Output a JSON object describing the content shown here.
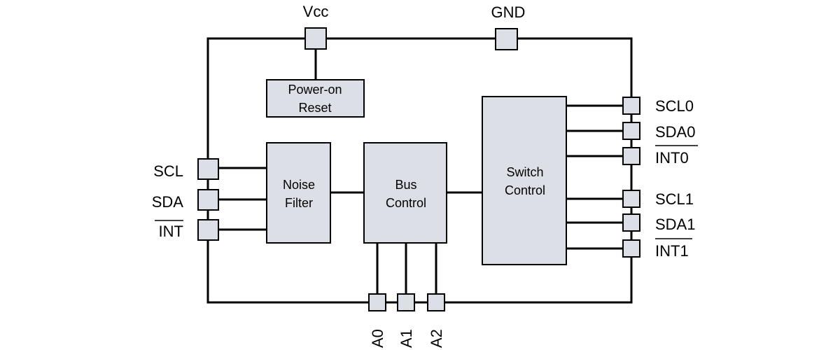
{
  "colors": {
    "block_fill": "#dcdfe6",
    "line": "#000000",
    "background": "#ffffff"
  },
  "pins": {
    "vcc": "Vcc",
    "gnd": "GND",
    "scl": "SCL",
    "sda": "SDA",
    "int": "INT",
    "scl0": "SCL0",
    "sda0": "SDA0",
    "int0": "INT0",
    "scl1": "SCL1",
    "sda1": "SDA1",
    "int1": "INT1",
    "a0": "A0",
    "a1": "A1",
    "a2": "A2"
  },
  "active_low_pins": [
    "INT",
    "INT0",
    "INT1"
  ],
  "blocks": {
    "por": {
      "line1": "Power-on",
      "line2": "Reset"
    },
    "noise": {
      "line1": "Noise",
      "line2": "Filter"
    },
    "bus": {
      "line1": "Bus",
      "line2": "Control"
    },
    "switch": {
      "line1": "Switch",
      "line2": "Control"
    }
  }
}
